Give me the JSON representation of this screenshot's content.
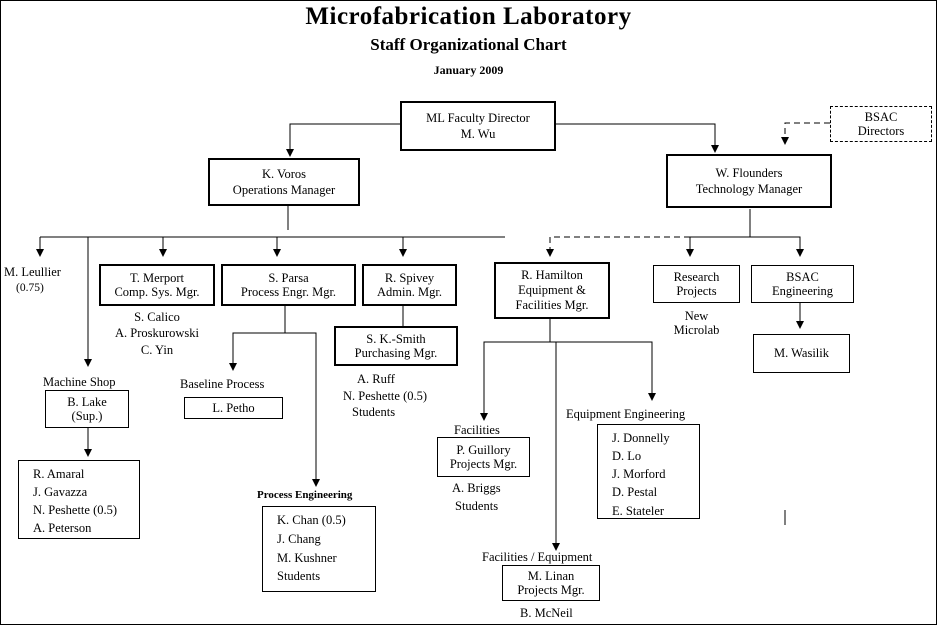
{
  "title": "Microfabrication  Laboratory",
  "subtitle": "Staff  Organizational  Chart",
  "date": "January 2009",
  "ml_director": {
    "line1": "ML Faculty Director",
    "line2": "M. Wu"
  },
  "bsac_directors": {
    "line1": "BSAC",
    "line2": "Directors"
  },
  "voros": {
    "line1": "K. Voros",
    "line2": "Operations Manager"
  },
  "flounders": {
    "line1": "W. Flounders",
    "line2": "Technology  Manager"
  },
  "leullier": {
    "name": "M. Leullier",
    "fte": "(0.75)"
  },
  "merport": {
    "line1": "T. Merport",
    "line2": "Comp. Sys. Mgr."
  },
  "merport_staff": [
    "S. Calico",
    "A. Proskurowski",
    "C. Yin"
  ],
  "parsa": {
    "line1": "S. Parsa",
    "line2": "Process Engr. Mgr."
  },
  "spivey": {
    "line1": "R. Spivey",
    "line2": "Admin. Mgr."
  },
  "smith": {
    "line1": "S. K.-Smith",
    "line2": "Purchasing Mgr."
  },
  "smith_staff": {
    "s1": "A. Ruff",
    "s2": "N. Peshette",
    "s2_fte": "(0.5)",
    "s3": "Students"
  },
  "hamilton": {
    "line1": "R. Hamilton",
    "line2": "Equipment  &",
    "line3": "Facilities Mgr."
  },
  "research": {
    "line1": "Research",
    "line2": "Projects"
  },
  "new_microlab": {
    "line1": "New",
    "line2": "Microlab"
  },
  "bsac_eng": {
    "line1": "BSAC",
    "line2": "Engineering"
  },
  "wasilik": "M. Wasilik",
  "machine_shop": {
    "heading": "Machine  Shop",
    "line1": "B. Lake",
    "line2": "(Sup.)"
  },
  "shop_staff": {
    "s1": "R.  Amaral",
    "s2": "J.  Gavazza",
    "s3": "N. Peshette",
    "s3_fte": "(0.5)",
    "s4": "A. Peterson"
  },
  "baseline": {
    "heading": "Baseline Process",
    "name": "L. Petho"
  },
  "process_eng": {
    "heading": "Process Engineering",
    "s1": "K. Chan",
    "s1_fte": "(0.5)",
    "s2": "J.  Chang",
    "s3": "M.  Kushner",
    "s4": "Students"
  },
  "facilities": {
    "heading": "Facilities",
    "line1": "P. Guillory",
    "line2": "Projects  Mgr.",
    "s1": "A. Briggs",
    "s2": "Students"
  },
  "equipment_eng": {
    "heading": "Equipment  Engineering",
    "staff": [
      "J. Donnelly",
      "D.  Lo",
      "J.  Morford",
      "D. Pestal",
      "E. Stateler"
    ]
  },
  "fac_equip": {
    "heading": "Facilities / Equipment",
    "line1": "M. Linan",
    "line2": "Projects  Mgr.",
    "s1": "B.  McNeil"
  }
}
